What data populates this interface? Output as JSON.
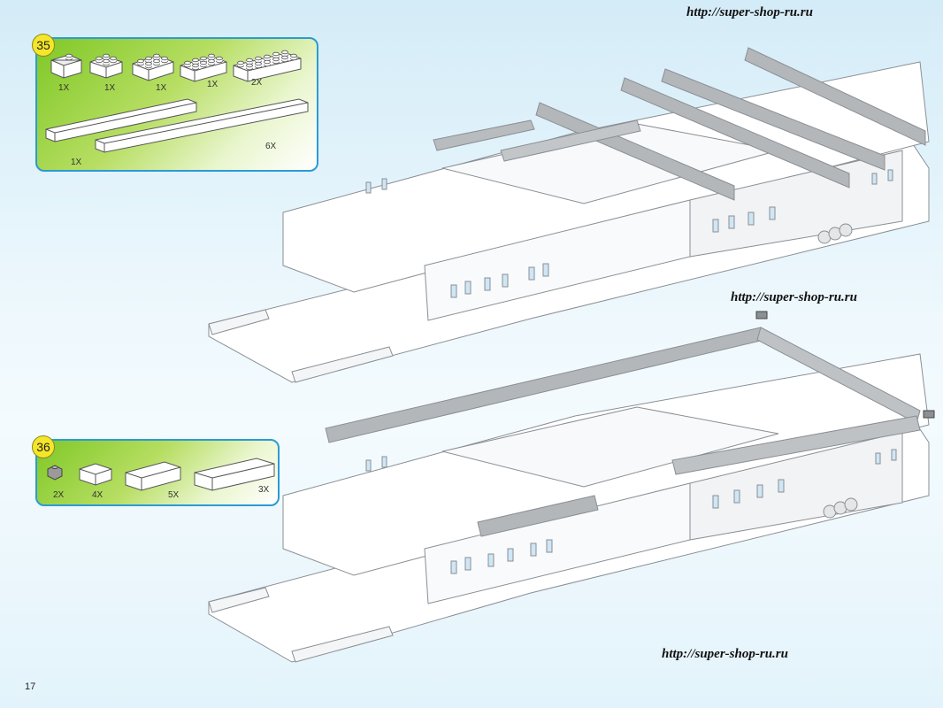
{
  "watermark_urls": [
    "http://super-shop-ru.ru",
    "http://super-shop-ru.ru",
    "http://super-shop-ru.ru"
  ],
  "page_number": "17",
  "steps": [
    {
      "number": "35",
      "parts": [
        {
          "qty": "1X",
          "piece": "slope-brick-2x2"
        },
        {
          "qty": "1X",
          "piece": "brick-2x2"
        },
        {
          "qty": "1X",
          "piece": "brick-2x3"
        },
        {
          "qty": "1X",
          "piece": "brick-2x4"
        },
        {
          "qty": "2X",
          "piece": "brick-2x6"
        },
        {
          "qty": "1X",
          "piece": "brick-1x16"
        },
        {
          "qty": "6X",
          "piece": "brick-1x16"
        }
      ]
    },
    {
      "number": "36",
      "parts": [
        {
          "qty": "2X",
          "piece": "grey-connector"
        },
        {
          "qty": "4X",
          "piece": "brick-2x2"
        },
        {
          "qty": "5X",
          "piece": "brick-2x4"
        },
        {
          "qty": "3X",
          "piece": "brick-2x6"
        }
      ]
    }
  ],
  "colors": {
    "step_box_border": "#2b9bd6",
    "step_box_green": "#7fc826",
    "step_number_fill": "#f5e62a",
    "brick_white": "#ffffff",
    "brick_grey": "#9a9a9a"
  }
}
